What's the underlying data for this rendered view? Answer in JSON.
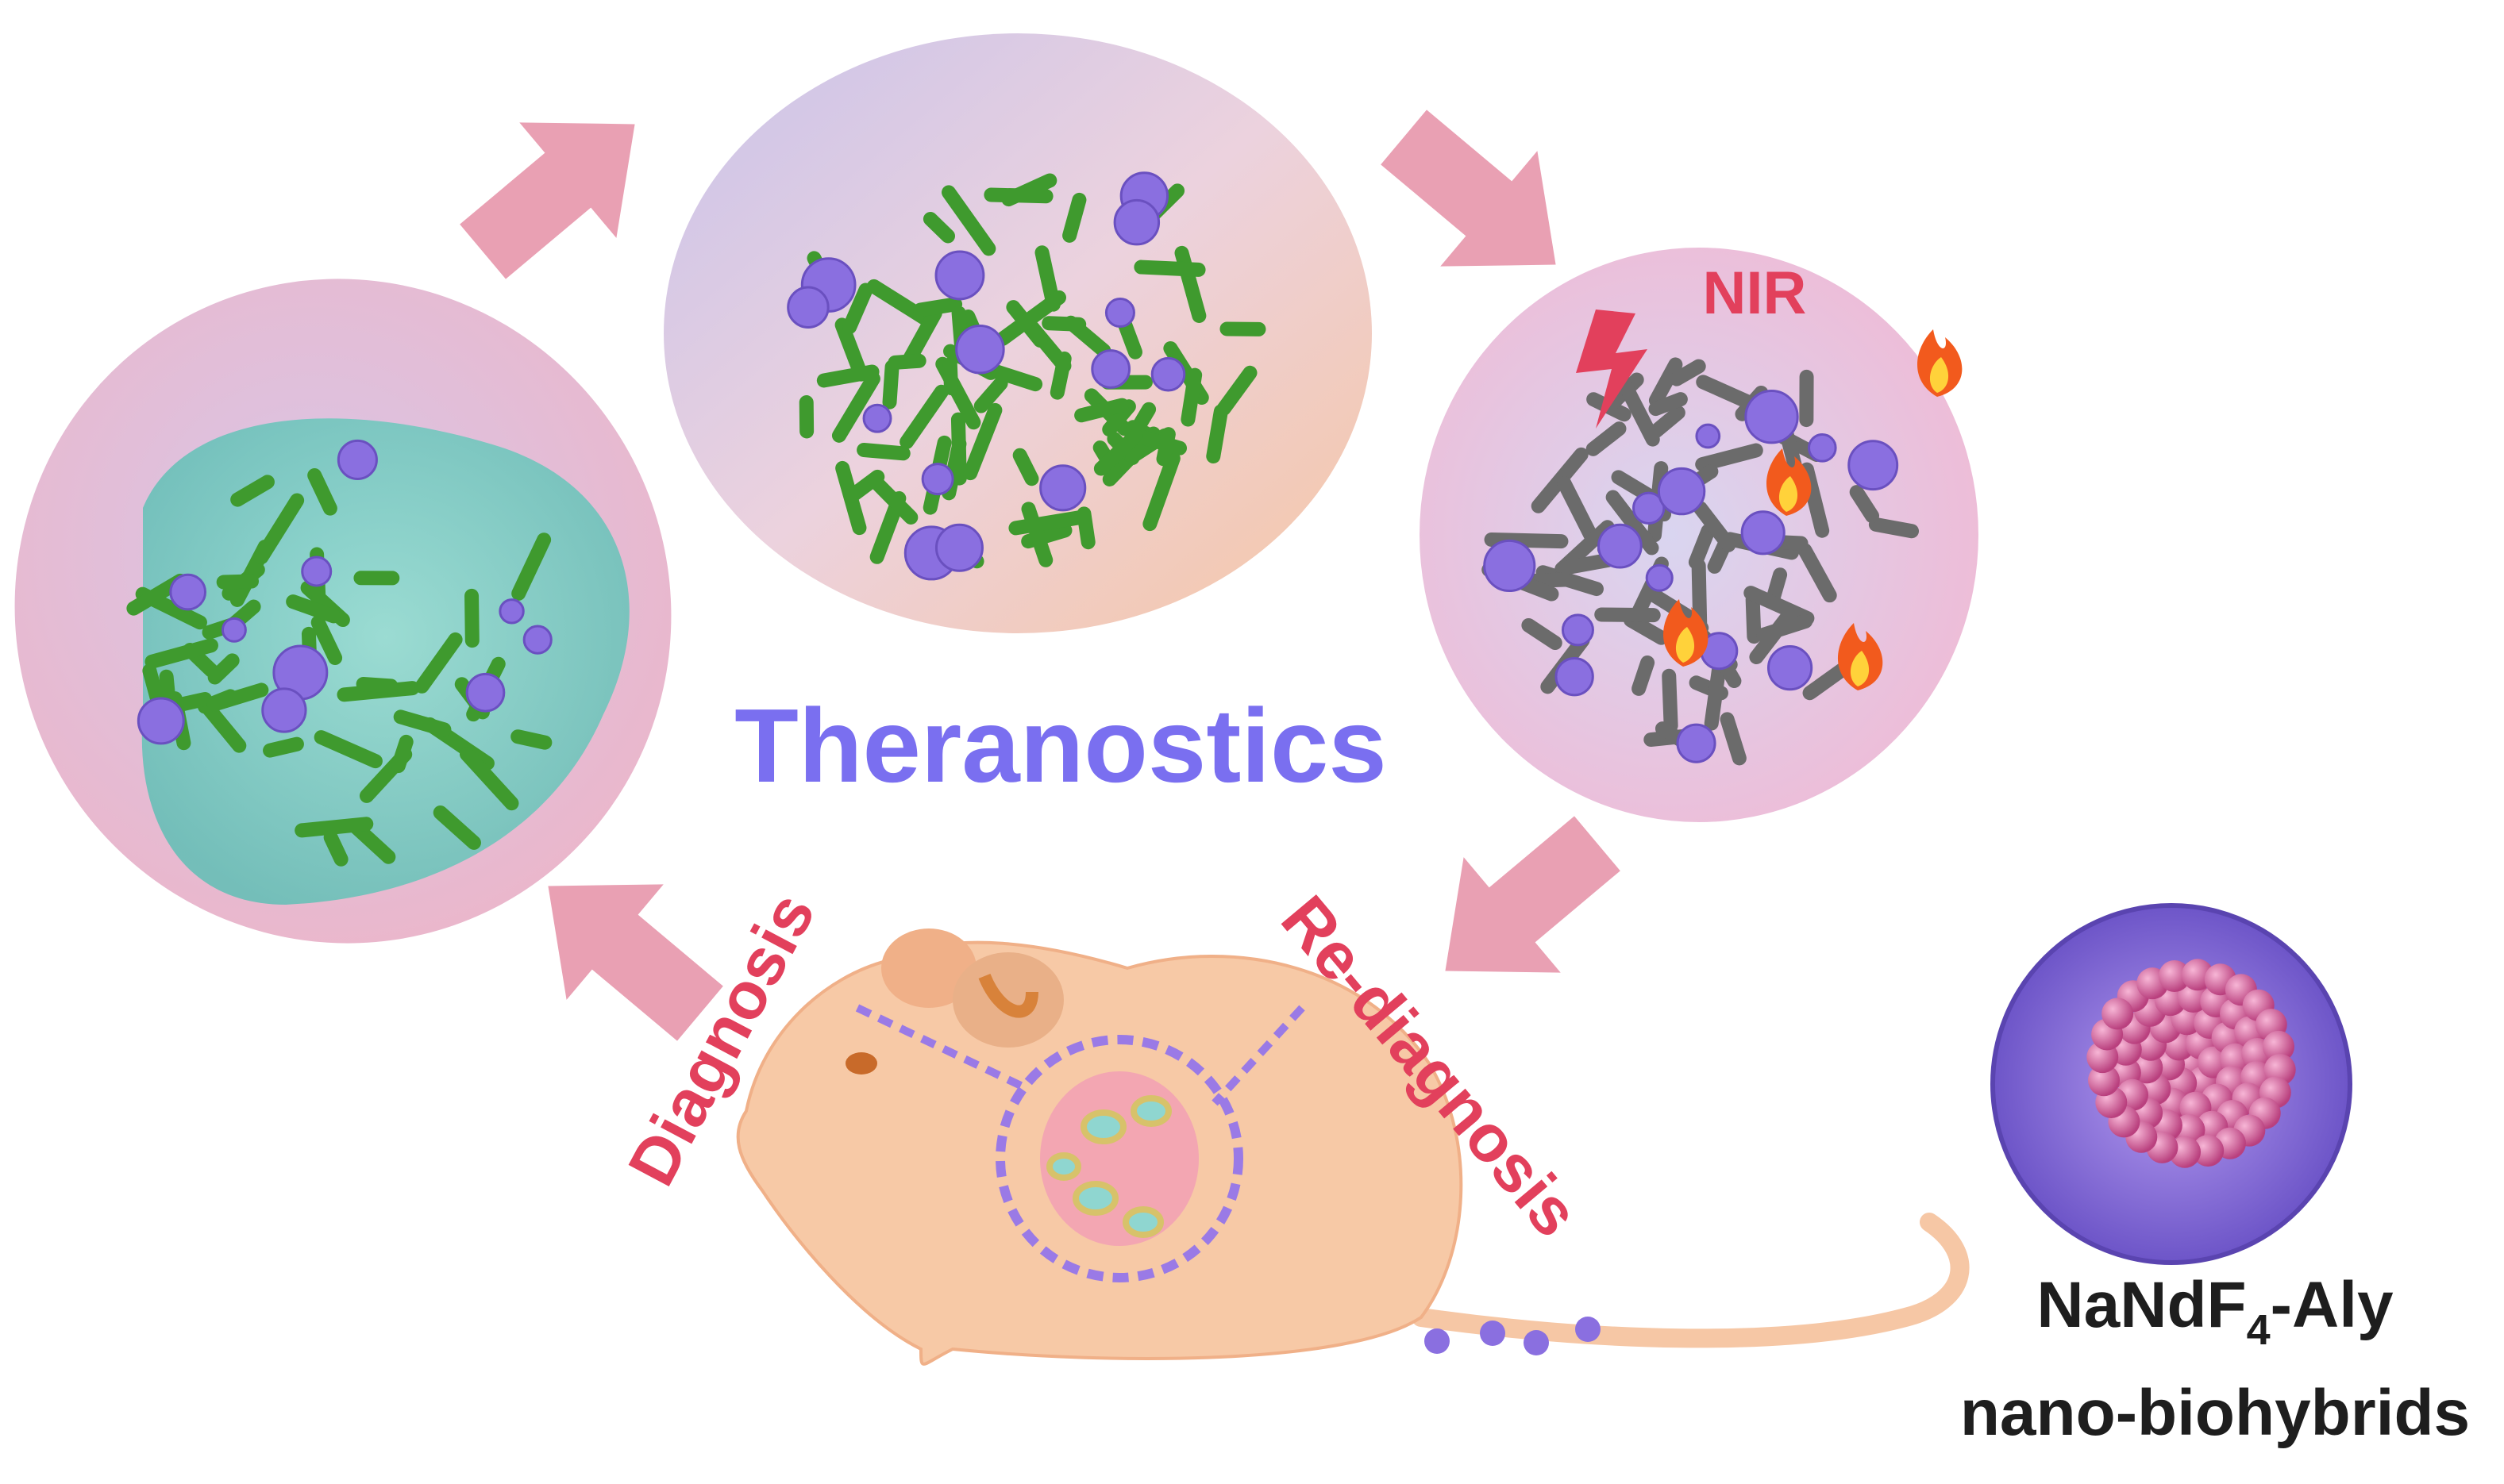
{
  "title": "Theranostics",
  "nir_label": "NIR",
  "diagnosis_label": "Diagnosis",
  "rediagnosis_label": "Re-diagnosis",
  "material": {
    "name_main": "NaNdF",
    "name_sub": "4",
    "name_suffix": "-Aly",
    "line2": "nano-biohybrids"
  },
  "colors": {
    "title": "#7a6ff0",
    "accent_red": "#e2405c",
    "arrow": "#e9a0b3",
    "bacteria_live": "#3f9a2e",
    "bacteria_dead": "#6b6b6b",
    "nanoparticle": "#8a6fe0",
    "mouse": "#f7c9a6"
  }
}
